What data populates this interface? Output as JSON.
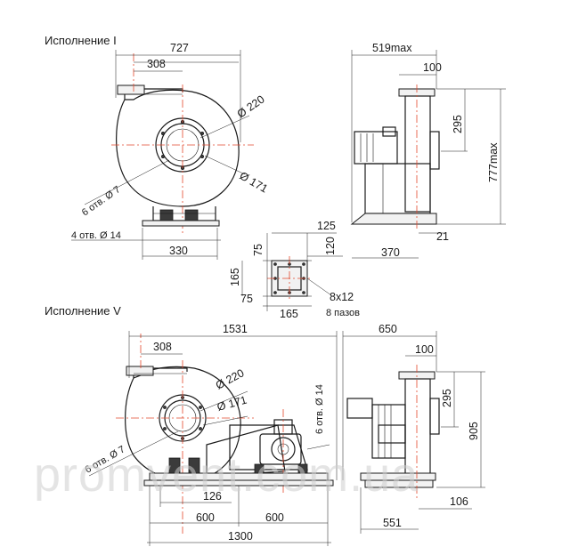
{
  "titles": {
    "variant1": "Исполнение I",
    "variant5": "Исполнение V"
  },
  "variant1": {
    "overall_width": "727",
    "outlet_offset": "308",
    "diam_flange": "Ø 220",
    "diam_inlet": "Ø 171",
    "holes": "6 отв. Ø 7",
    "base_holes": "4 отв.   Ø 14",
    "base_width": "330",
    "side_width": "519max",
    "side_outlet": "100",
    "side_outlet_h": "295",
    "side_height": "777max",
    "side_base_offset": "21",
    "side_base": "370"
  },
  "flange": {
    "w125": "125",
    "h75a": "75",
    "h120": "120",
    "h165": "165",
    "h75b": "75",
    "w165": "165",
    "slot": "8x12",
    "slots": "8 пазов"
  },
  "variant5": {
    "overall_width": "1531",
    "outlet_offset": "308",
    "diam_flange": "Ø 220",
    "diam_inlet": "Ø 171",
    "holes": "6 отв. Ø 7",
    "motor_holes": "6 отв. Ø 14",
    "dim126": "126",
    "dim600a": "600",
    "dim600b": "600",
    "base_length": "1300",
    "side_width": "650",
    "side_outlet": "100",
    "side_outlet_h": "295",
    "side_height": "905",
    "side_base": "551",
    "side_base_offset": "106"
  },
  "watermark": "promvent.com.ua"
}
